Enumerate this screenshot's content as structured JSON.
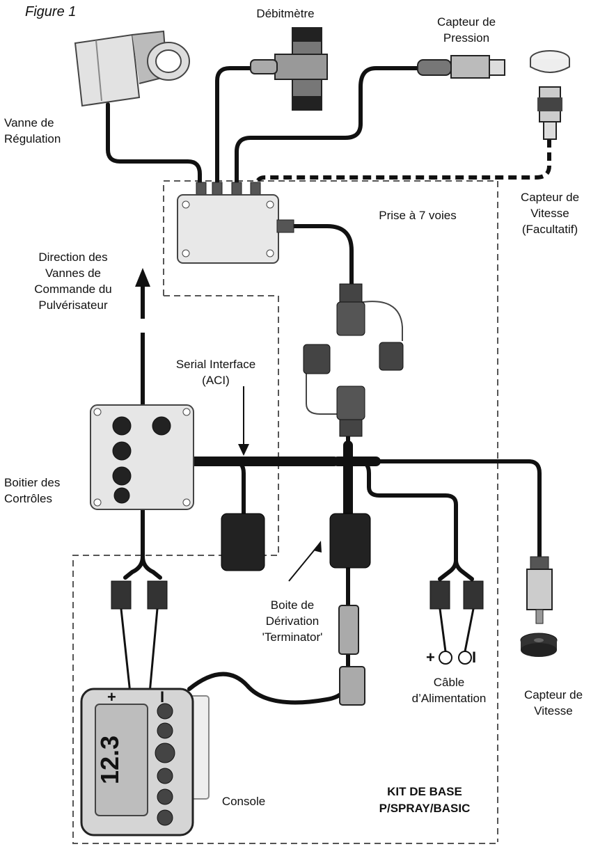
{
  "figure_label": "Figure 1",
  "labels": {
    "debitmetre": "Débitmètre",
    "capteur_pression": "Capteur de\nPression",
    "vanne_regulation": "Vanne de\nRégulation",
    "capteur_vitesse_facultatif": "Capteur de\nVitesse\n(Facultatif)",
    "prise_7_voies": "Prise à 7 voies",
    "direction_vannes": "Direction des\nVannes de\nCommande du\nPulvérisateur",
    "serial_interface": "Serial Interface\n(ACI)",
    "boitier_controles": "Boitier des\nCortrôles",
    "boite_derivation": "Boite de\nDérivation\n'Terminator'",
    "cable_alimentation": "Câble\nd’Alimentation",
    "capteur_vitesse": "Capteur de\nVitesse",
    "console": "Console",
    "kit": "KIT DE BASE\nP/SPRAY/BASIC"
  },
  "polarity": {
    "plus": "+",
    "minus": "I"
  },
  "console_display": "12.3"
}
